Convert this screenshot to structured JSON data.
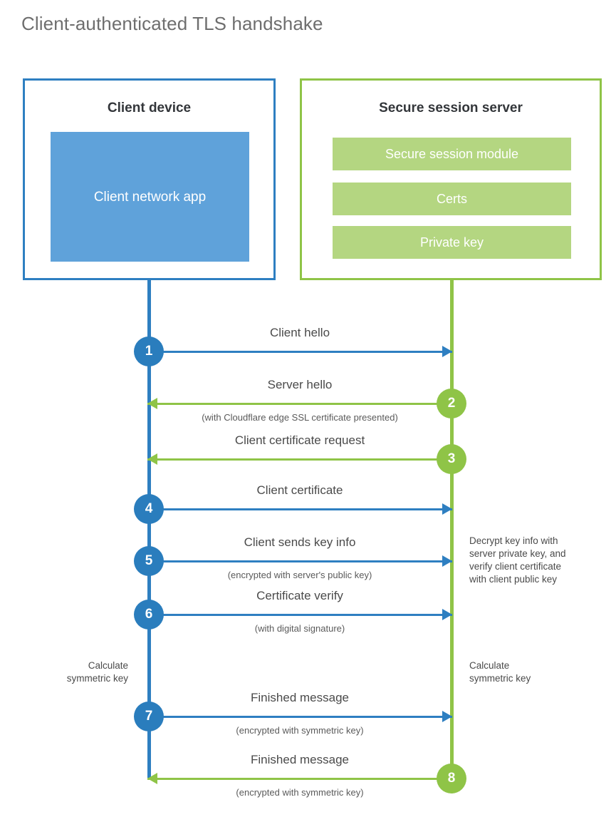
{
  "title": "Client-authenticated TLS handshake",
  "colors": {
    "client_blue": "#2e7fc1",
    "client_circle_blue": "#2a7dbd",
    "client_app_blue": "#5fa2da",
    "server_green": "#8fc447",
    "server_bar_green": "#b4d681",
    "title_grey": "#6e6e6e",
    "text_grey": "#4a4a4a"
  },
  "client": {
    "title": "Client device",
    "app_label": "Client network\napp"
  },
  "server": {
    "title": "Secure session server",
    "bars": [
      {
        "label": "Secure session module"
      },
      {
        "label": "Certs"
      },
      {
        "label": "Private key"
      }
    ]
  },
  "steps": [
    {
      "number": "1",
      "label": "Client hello",
      "sub": "",
      "direction": "to-server"
    },
    {
      "number": "2",
      "label": "Server hello",
      "sub": "(with Cloudflare edge SSL certificate presented)",
      "direction": "to-client"
    },
    {
      "number": "3",
      "label": "Client certificate request",
      "sub": "",
      "direction": "to-client"
    },
    {
      "number": "4",
      "label": "Client certificate",
      "sub": "",
      "direction": "to-server"
    },
    {
      "number": "5",
      "label": "Client sends key info",
      "sub": "(encrypted with server's public key)",
      "direction": "to-server"
    },
    {
      "number": "6",
      "label": "Certificate verify",
      "sub": "(with digital signature)",
      "direction": "to-server"
    },
    {
      "number": "7",
      "label": "Finished message",
      "sub": "(encrypted with symmetric key)",
      "direction": "to-server"
    },
    {
      "number": "8",
      "label": "Finished message",
      "sub": "(encrypted with symmetric key)",
      "direction": "to-client"
    }
  ],
  "notes": {
    "server_decrypt": "Decrypt key info with\nserver private key, and\nverify client certificate\nwith client public key",
    "client_calculate": "Calculate\nsymmetric key",
    "server_calculate": "Calculate\nsymmetric key"
  }
}
